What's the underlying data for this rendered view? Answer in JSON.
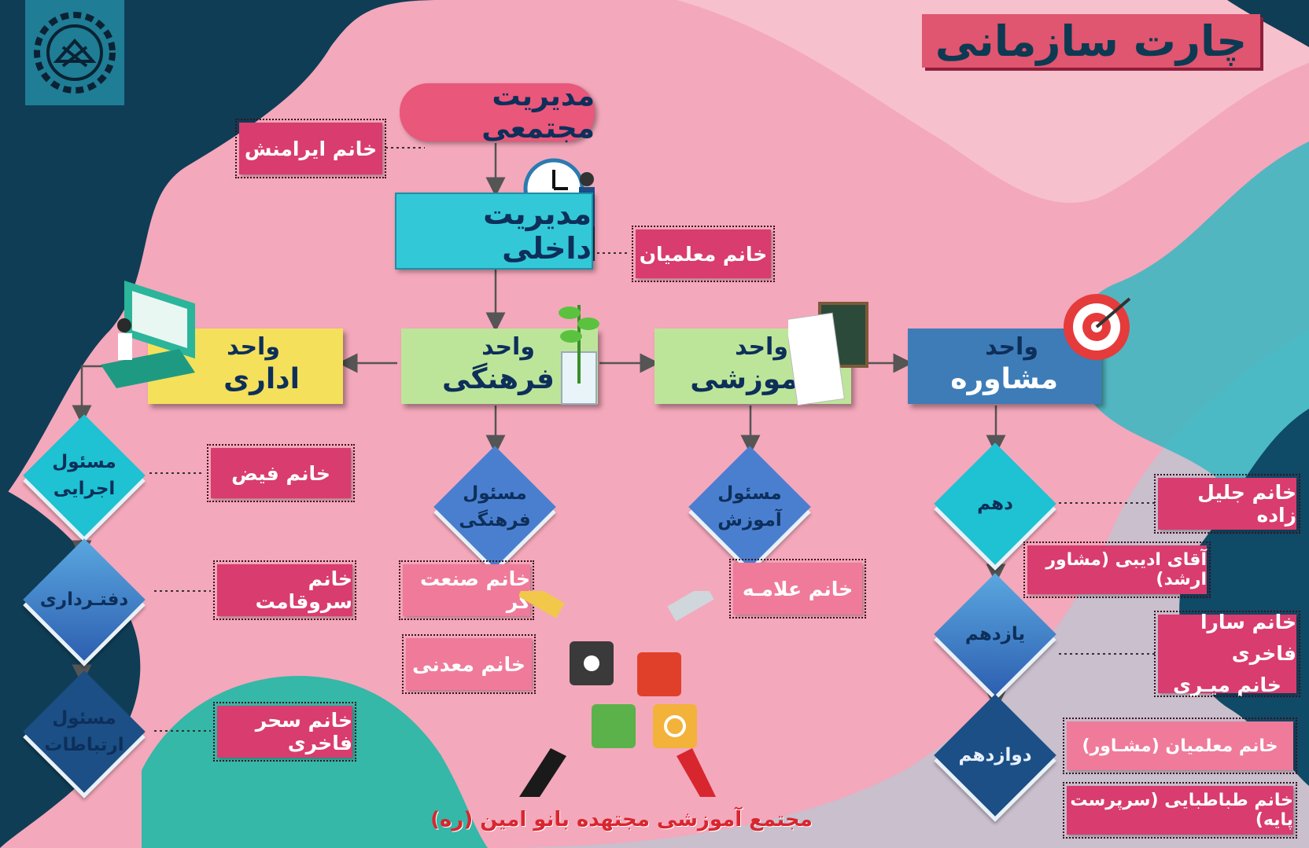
{
  "title": "چارت سازمانی",
  "footer": "مجتمع آموزشی مجتهده بانو امین (ره)",
  "top_manager": {
    "label": "مدیریت مجتمعی",
    "person": "خانم ایرامنش"
  },
  "internal_manager": {
    "label": "مدیریت داخلی",
    "person": "خانم معلمیان"
  },
  "units": {
    "admin": {
      "line1": "واحد",
      "line2": "اداری"
    },
    "culture": {
      "line1": "واحد",
      "line2": "فرهنگی"
    },
    "education": {
      "line1": "واحد",
      "line2": "آموزشی"
    },
    "counsel": {
      "line1": "واحد",
      "line2": "مشاوره"
    }
  },
  "admin_roles": [
    {
      "l1": "مسئول",
      "l2": "اجرایی",
      "person": "خانم فیض"
    },
    {
      "l1": "دفتـرداری",
      "l2": "",
      "person": "خانم سروقامت"
    },
    {
      "l1": "مسئول",
      "l2": "ارتباطات",
      "person": "خانم سحر فاخری"
    }
  ],
  "culture_role": {
    "l1": "مسئول",
    "l2": "فرهنگی",
    "people": [
      "خانم صنعت گر",
      "خانم معدنی"
    ]
  },
  "education_role": {
    "l1": "مسئول",
    "l2": "آموزش",
    "person": "خانم علامـه"
  },
  "grades": [
    {
      "label": "دهم",
      "people": [
        "خانم جلیل زاده"
      ]
    },
    {
      "label": "یازدهم",
      "people": [
        "خانم سارا فاخری",
        "خانم میـری"
      ]
    },
    {
      "label": "دوازدهم",
      "people": [
        "خانم معلمیان (مشـاور)",
        "خانم طباطبایی (سرپرست پایه)"
      ]
    }
  ],
  "senior_counselor": "آقای ادیبی (مشاور ارشد)",
  "colors": {
    "pink_box": "#d93c6f",
    "cyan": "#1ec2d2",
    "navy": "#0f3d55",
    "red_text": "#d8262f"
  }
}
